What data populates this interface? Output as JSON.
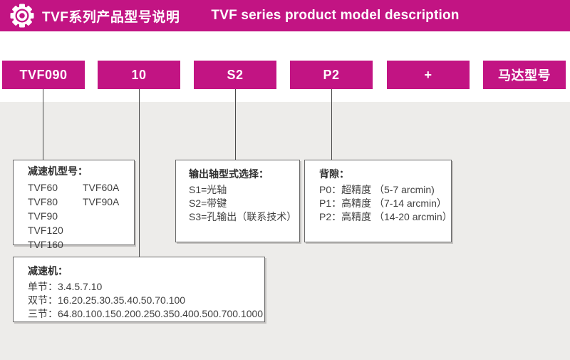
{
  "header": {
    "title_zh": "TVF系列产品型号说明",
    "title_en": "TVF series product model description",
    "icon": "gear-icon"
  },
  "model_code": {
    "segments": [
      "TVF090",
      "10",
      "S2",
      "P2",
      "+",
      "马达型号"
    ]
  },
  "boxes": {
    "gearbox_model": {
      "title": "减速机型号：",
      "col1": [
        "TVF60",
        "TVF80",
        "TVF90",
        "TVF120",
        "TVF160"
      ],
      "col2": [
        "TVF60A",
        "TVF90A"
      ]
    },
    "output_shaft": {
      "title": "输出轴型式选择：",
      "items": [
        "S1=光轴",
        "S2=带键",
        "S3=孔输出（联系技术）"
      ]
    },
    "backlash": {
      "title": "背隙：",
      "items": [
        "P0：超精度 （5-7 arcmin)",
        "P1：高精度 （7-14 arcmin）",
        "P2：高精度 （14-20 arcmin）"
      ]
    },
    "ratio": {
      "title": "减速机：",
      "items": [
        "单节：3.4.5.7.10",
        "双节：16.20.25.30.35.40.50.70.100",
        "三节：64.80.100.150.200.250.350.400.500.700.1000"
      ]
    }
  },
  "colors": {
    "brand_magenta": "#C21483",
    "background_gray": "#EDECEA",
    "box_border": "#6B6B6B",
    "connector_line": "#4A4A4A",
    "text": "#3A3A3A"
  }
}
